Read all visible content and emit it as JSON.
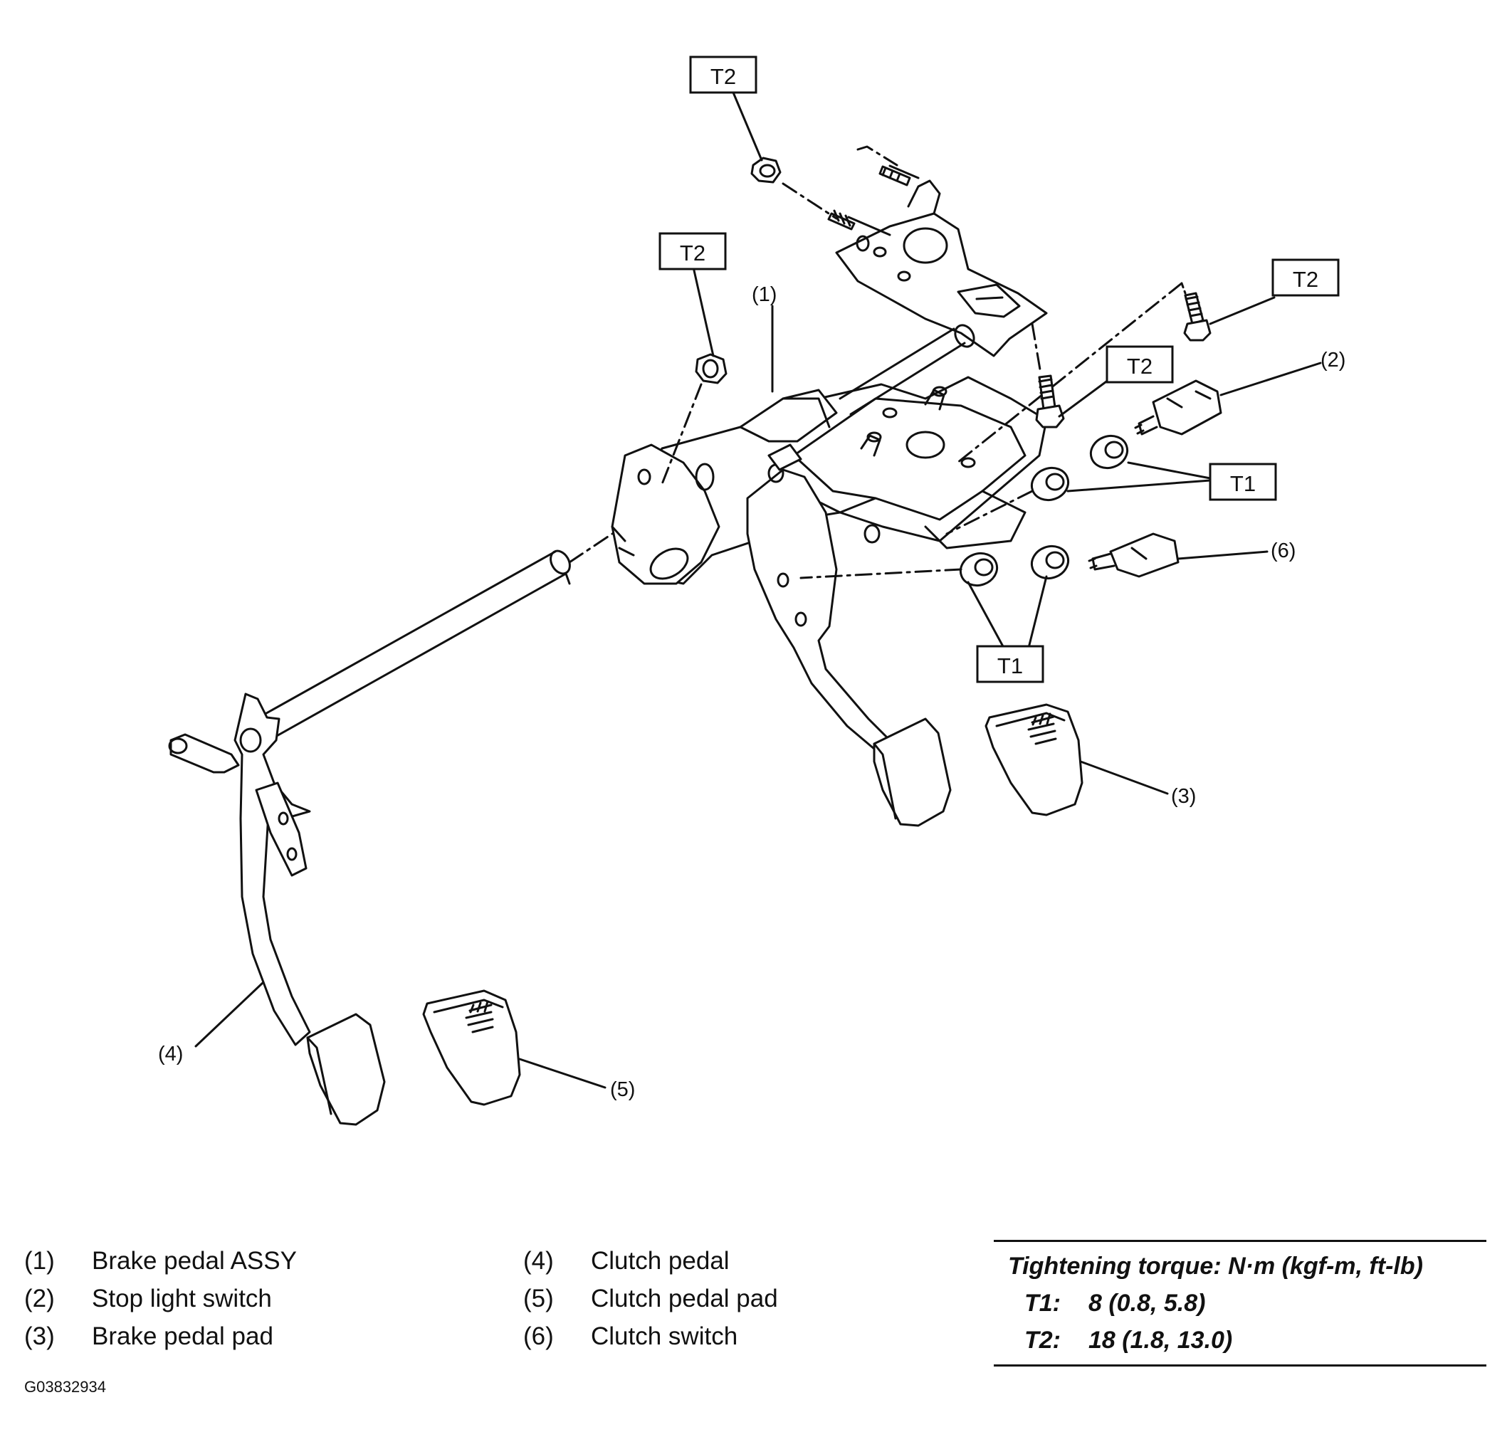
{
  "callouts": {
    "t2": "T2",
    "t1": "T1",
    "n1": "(1)",
    "n2": "(2)",
    "n3": "(3)",
    "n4": "(4)",
    "n5": "(5)",
    "n6": "(6)"
  },
  "legend": [
    {
      "num": "(1)",
      "label": "Brake pedal ASSY"
    },
    {
      "num": "(2)",
      "label": "Stop light switch"
    },
    {
      "num": "(3)",
      "label": "Brake pedal pad"
    },
    {
      "num": "(4)",
      "label": "Clutch pedal"
    },
    {
      "num": "(5)",
      "label": "Clutch pedal pad"
    },
    {
      "num": "(6)",
      "label": "Clutch switch"
    }
  ],
  "torque": {
    "title": "Tightening torque: N·m (kgf-m, ft-lb)",
    "rows": [
      {
        "key": "T1:",
        "value": "8 (0.8, 5.8)"
      },
      {
        "key": "T2:",
        "value": "18 (1.8, 13.0)"
      }
    ]
  },
  "image_code": "G03832934"
}
